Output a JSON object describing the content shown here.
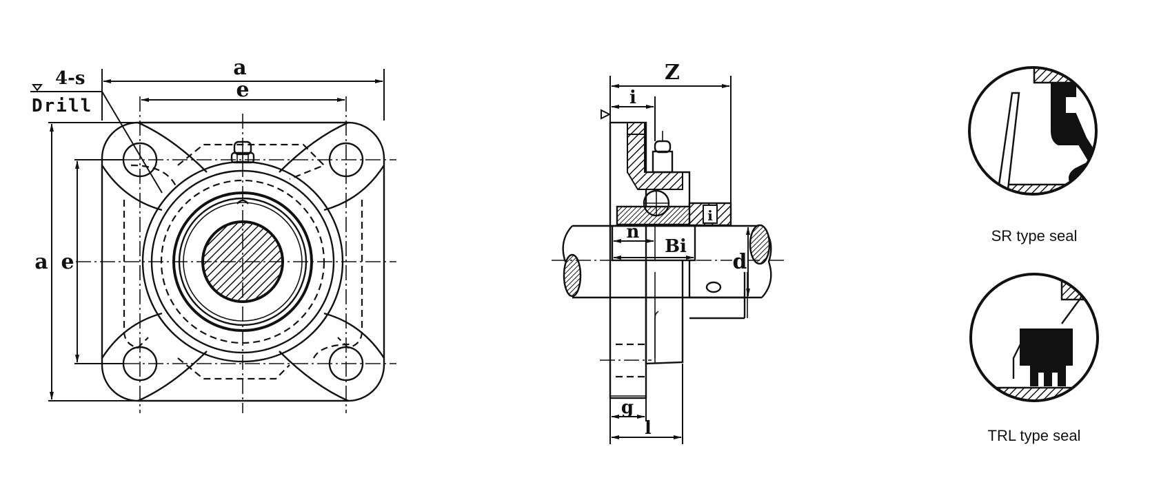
{
  "front_view": {
    "labels": {
      "hole_count": "4-s",
      "drill": "Drill",
      "overall_width": "a",
      "bolt_spacing": "e",
      "overall_height": "a",
      "bolt_spacing_vertical": "e"
    }
  },
  "side_view": {
    "labels": {
      "overall_length": "Z",
      "flange_offset": "i",
      "collar_mark": "i",
      "n": "n",
      "inner_width": "Bi",
      "shaft_diameter": "d",
      "flange_thickness": "g",
      "housing_length": "l"
    }
  },
  "seals": [
    {
      "caption": "SR type seal"
    },
    {
      "caption": "TRL type seal"
    }
  ],
  "colors": {
    "line": "#111111",
    "background": "#ffffff"
  }
}
